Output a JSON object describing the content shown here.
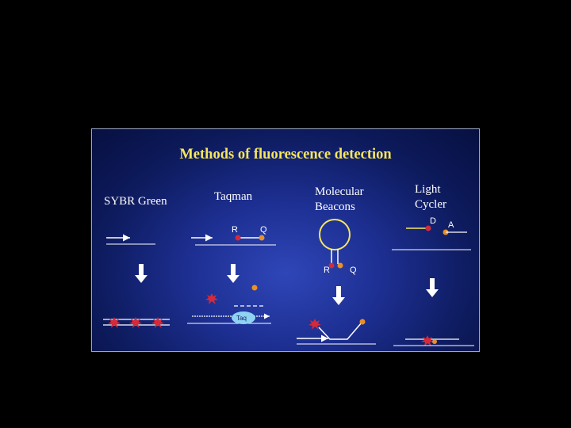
{
  "slide": {
    "title": "Methods of fluorescence detection",
    "methods": [
      {
        "name": "SYBR Green"
      },
      {
        "name": "Taqman",
        "markers": [
          "R",
          "Q"
        ]
      },
      {
        "name_line1": "Molecular",
        "name_line2": "Beacons",
        "markers": [
          "R",
          "Q"
        ]
      },
      {
        "name_line1": "Light",
        "name_line2": "Cycler",
        "markers": [
          "D",
          "A"
        ]
      }
    ],
    "enzyme_label": "Taq"
  },
  "colors": {
    "background": "#000000",
    "title": "#f7e65a",
    "reporter": "#d42a3a",
    "quencher": "#e8902a",
    "strand": "#ffffff",
    "enzyme": "#8fd3f4"
  }
}
